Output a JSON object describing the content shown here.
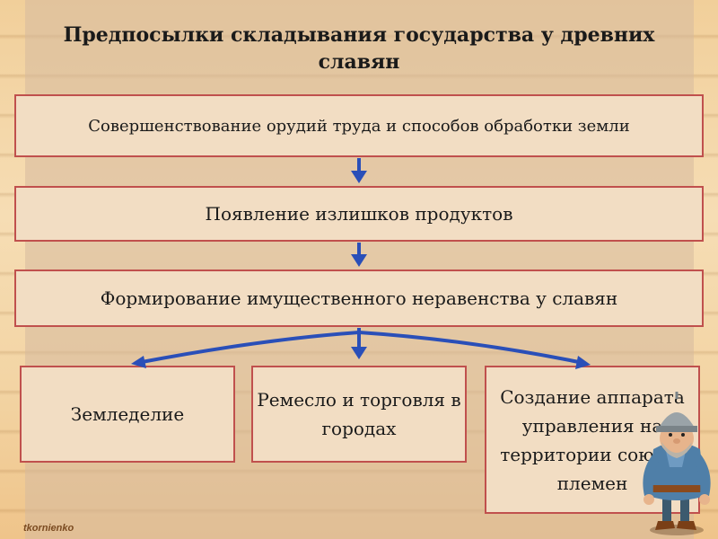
{
  "title": "Предпосылки складывания государства у древних славян",
  "nodes": {
    "tools": "Совершенствование орудий труда и способов обработки земли",
    "surplus": "Появление излишков продуктов",
    "inequality": "Формирование имущественного неравенства у славян",
    "agriculture": "Земледелие",
    "crafts": "Ремесло и торговля в городах",
    "administration": "Создание аппарата управления на территории союзов племен"
  },
  "credit": "tkornienko",
  "colors": {
    "box_border": "#c0504d",
    "box_fill": "#f2ddc3",
    "arrow": "#2a4fb8"
  }
}
